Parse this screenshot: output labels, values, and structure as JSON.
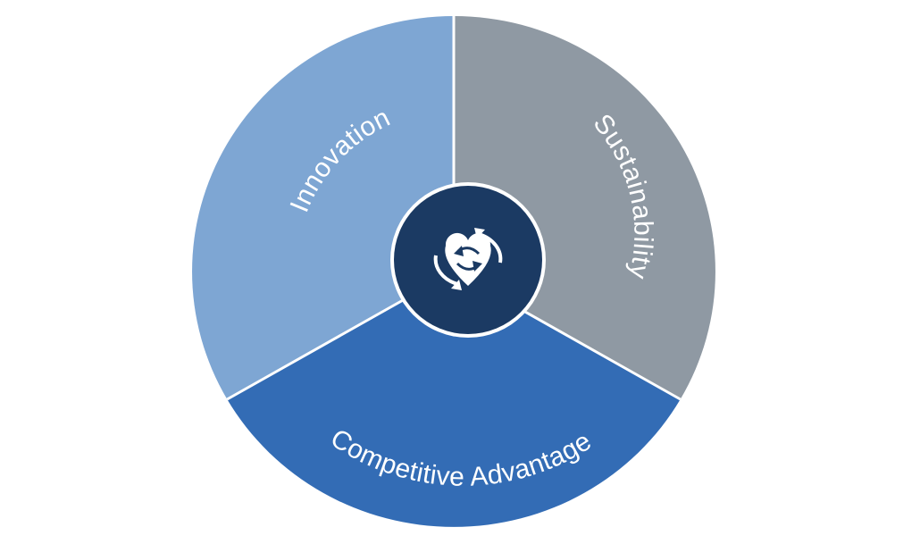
{
  "segments": [
    {
      "id": "innovation",
      "label": "Innovation",
      "color": "#7ea6d3"
    },
    {
      "id": "sustainability",
      "label": "Sustainability",
      "color": "#8f99a3"
    },
    {
      "id": "competitive-advantage",
      "label": "Competitive Advantage",
      "color": "#336cb5"
    }
  ],
  "center": {
    "icon": "recycle-heart-icon",
    "fill_color": "#1b3a63",
    "ring_color": "#ffffff"
  },
  "divider_color": "#ffffff"
}
